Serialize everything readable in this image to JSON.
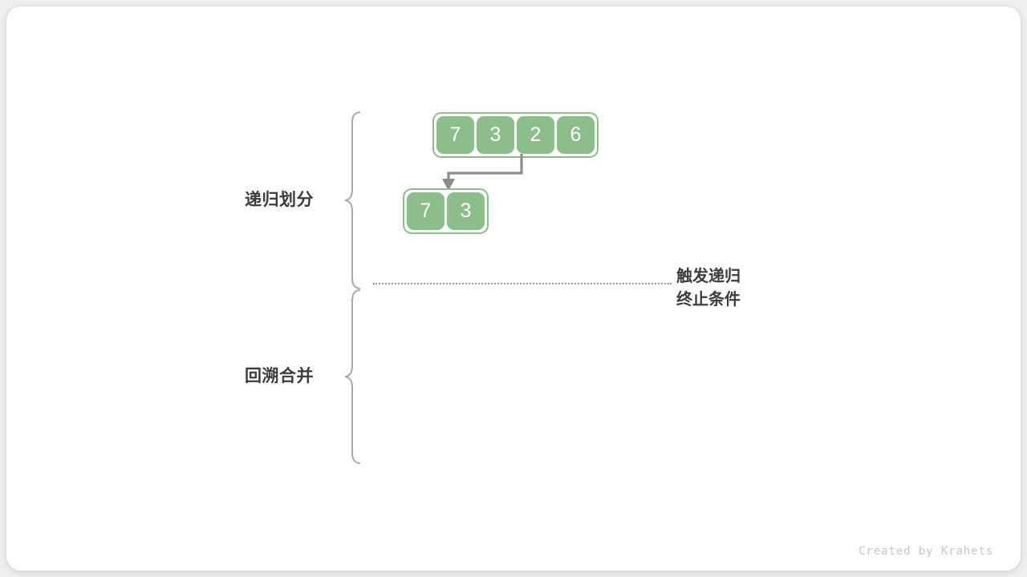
{
  "figure": {
    "title": "merge-sort-recursive-division-diagram",
    "background_color": "#ffffff",
    "accent_color": "#8cbe8c",
    "text_color": "#3c3c3c",
    "line_color": "#8c8c8c"
  },
  "phases": [
    {
      "id": "divide",
      "label": "递归划分"
    },
    {
      "id": "merge",
      "label": "回溯合并"
    }
  ],
  "annotation": {
    "line1": "触发递归",
    "line2": "终止条件"
  },
  "arrays": [
    {
      "id": "root",
      "values": [
        "7",
        "3",
        "2",
        "6"
      ]
    },
    {
      "id": "left-half",
      "values": [
        "7",
        "3"
      ]
    }
  ],
  "footer": {
    "credit": "Created by Krahets"
  }
}
